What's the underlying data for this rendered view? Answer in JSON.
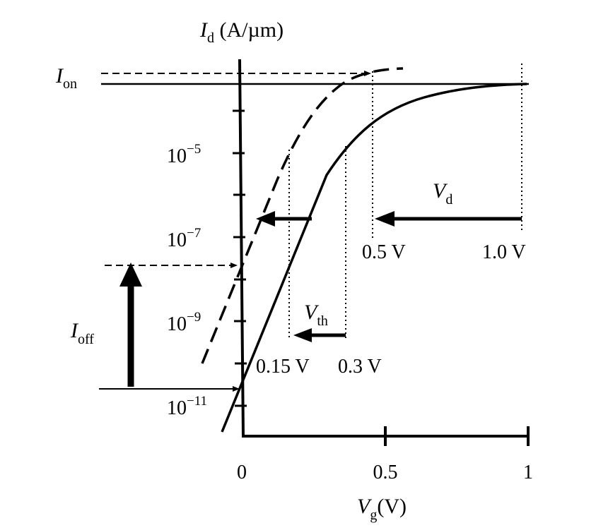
{
  "labels": {
    "y_axis": {
      "main": "I",
      "sub": "d",
      "unit": " (A/µm)"
    },
    "x_axis": {
      "main": "V",
      "sub": "g",
      "unit": "(V)"
    },
    "ion": {
      "main": "I",
      "sub": "on"
    },
    "ioff": {
      "main": "I",
      "sub": "off"
    },
    "vd": {
      "main": "V",
      "sub": "d"
    },
    "vth": {
      "main": "V",
      "sub": "th"
    }
  },
  "y_ticks": [
    {
      "base": "10",
      "exp": "−5"
    },
    {
      "base": "10",
      "exp": "−7"
    },
    {
      "base": "10",
      "exp": "−9"
    },
    {
      "base": "10",
      "exp": "−11"
    }
  ],
  "x_ticks": [
    "0",
    "0.5",
    "1"
  ],
  "annotations": {
    "v05": "0.5 V",
    "v10": "1.0 V",
    "v015": "0.15 V",
    "v03": "0.3 V"
  },
  "colors": {
    "ink": "#000000",
    "background": "#ffffff"
  }
}
